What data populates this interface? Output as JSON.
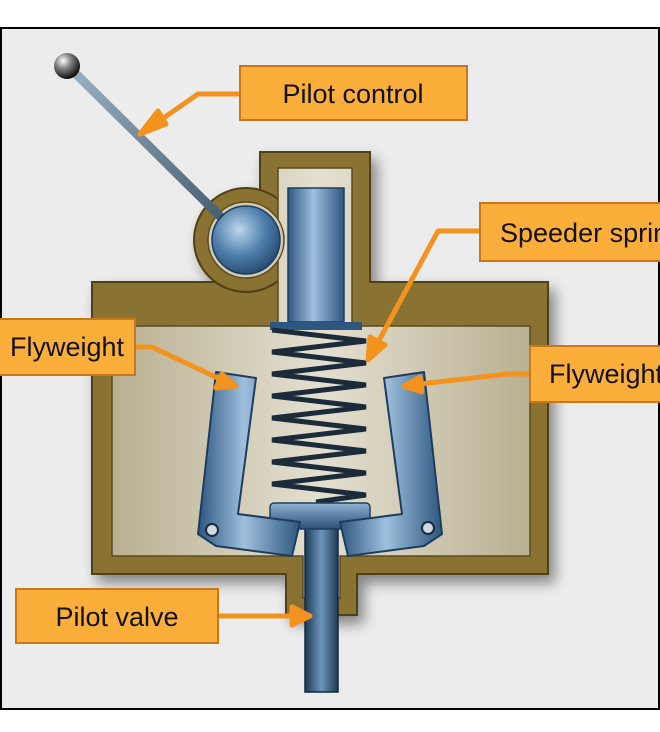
{
  "labels": {
    "pilot_control": "Pilot control",
    "speeder_spring": "Speeder spring",
    "flyweight_left": "Flyweight",
    "flyweight_right": "Flyweight",
    "pilot_valve": "Pilot valve"
  },
  "colors": {
    "frame_border": "#000000",
    "frame_background": "#ececec",
    "housing_olive": "#8a7230",
    "housing_interior": "#d2cbb8",
    "steel_blue": "#3f6f9c",
    "steel_blue_light": "#a9c6e0",
    "spring_dark": "#1b2b3a",
    "callout_fill": "#fbaf3a",
    "callout_border": "#c8781a",
    "leader_orange": "#f3931e"
  }
}
